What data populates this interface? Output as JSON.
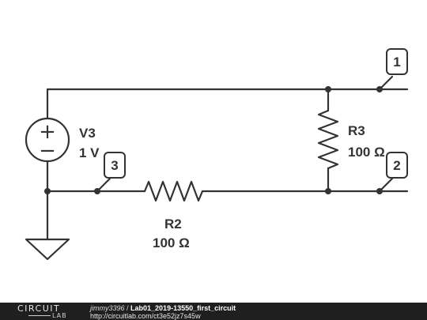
{
  "diagram": {
    "source": {
      "name": "V3",
      "value": "1 V"
    },
    "resistors": [
      {
        "name": "R2",
        "value": "100 Ω"
      },
      {
        "name": "R3",
        "value": "100 Ω"
      }
    ],
    "nodes": [
      "1",
      "2",
      "3"
    ],
    "source_symbols": {
      "plus": "+",
      "minus": "−"
    }
  },
  "footer": {
    "logo_top": "CIRCUIT",
    "logo_bottom": "LAB",
    "user": "jimmy3396",
    "separator": " / ",
    "title": "Lab01_2019-13550_first_circuit",
    "url": "http://circuitlab.com/ct3e52jz7s45w"
  },
  "colors": {
    "wire": "#333333",
    "footer_bg": "#1f1f1f"
  }
}
